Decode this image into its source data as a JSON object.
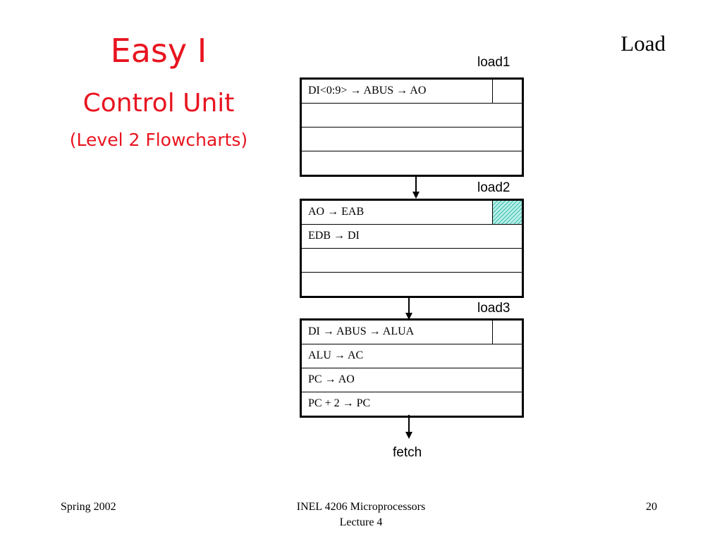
{
  "slide": {
    "title": "Easy I",
    "subtitle": "Control Unit",
    "subtitle2": "(Level 2 Flowcharts)",
    "section": "Load"
  },
  "flowchart": {
    "blocks": [
      {
        "label": "load1",
        "rows": [
          "DI<0:9> → ABUS → AO",
          "",
          "",
          ""
        ],
        "flag": "empty"
      },
      {
        "label": "load2",
        "rows": [
          "AO → EAB",
          "EDB → DI",
          "",
          ""
        ],
        "flag": "hatched"
      },
      {
        "label": "load3",
        "rows": [
          "DI → ABUS → ALUA",
          "ALU → AC",
          "PC → AO",
          "PC + 2 → PC"
        ],
        "flag": "empty"
      }
    ],
    "exit_label": "fetch"
  },
  "footer": {
    "left": "Spring 2002",
    "center_line1": "INEL 4206 Microprocessors",
    "center_line2": "Lecture 4",
    "page_number": "20"
  },
  "colors": {
    "title": "#e8141f",
    "hatch": "#3fbfae"
  }
}
